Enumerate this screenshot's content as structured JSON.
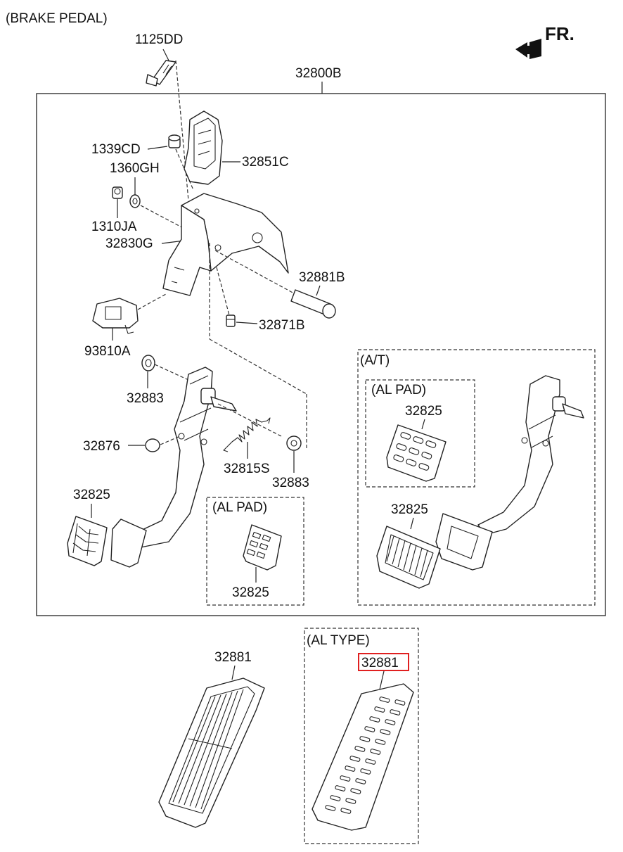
{
  "title": "(BRAKE PEDAL)",
  "direction_label": "FR.",
  "highlight_color": "#e02020",
  "assembly": "32800B",
  "labels": {
    "bolt": "1125DD",
    "nut_a": "1339CD",
    "washer": "1360GH",
    "nut_b": "1310JA",
    "bracket": "32830G",
    "cover": "32851C",
    "pin": "32881B",
    "bolt_small": "32871B",
    "switch": "93810A",
    "bushing_top": "32883",
    "stopper": "32876",
    "spring": "32815S",
    "bushing_right": "32883",
    "pad_left": "32825",
    "pad_al_left": "32825",
    "pad_at_al": "32825",
    "pad_at": "32825",
    "accel_pad": "32881",
    "accel_pad_al": "32881"
  },
  "groups": {
    "al_pad_left": "(AL PAD)",
    "at": "(A/T)",
    "al_pad_at": "(AL PAD)",
    "al_type": "(AL TYPE)"
  }
}
